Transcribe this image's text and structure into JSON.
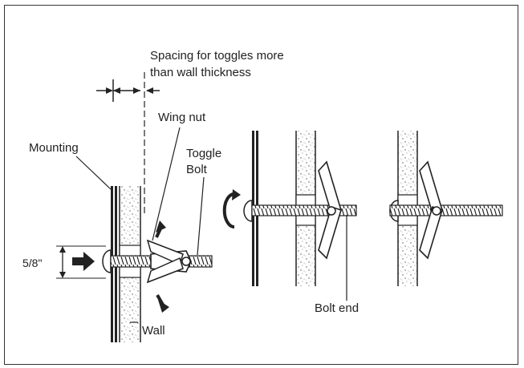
{
  "labels": {
    "spacing_line1": "Spacing for toggles more",
    "spacing_line2": "than wall thickness",
    "wing_nut": "Wing nut",
    "toggle_line1": "Toggle",
    "toggle_line2": "Bolt",
    "mounting": "Mounting",
    "dimension": "5/8\"",
    "wall": "Wall",
    "bolt_end": "Bolt end"
  }
}
